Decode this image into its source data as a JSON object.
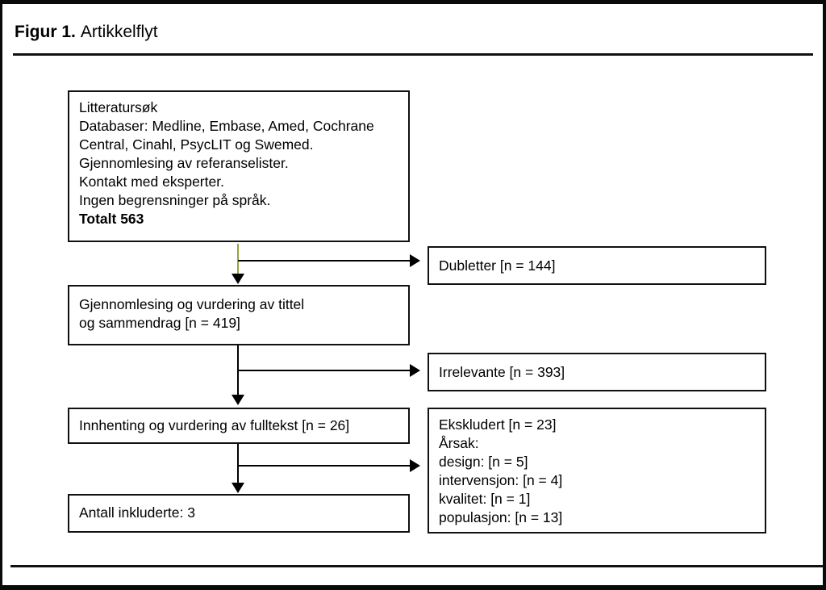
{
  "title": {
    "bold": "Figur 1.",
    "rest": "Artikkelflyt"
  },
  "colors": {
    "connector_green": "#8ea73c",
    "line_black": "#000000",
    "box_border": "#111111",
    "background": "#ffffff"
  },
  "flow": {
    "search_box": {
      "lines": [
        "Litteratursøk",
        "Databaser: Medline, Embase, Amed, Cochrane",
        "Central, Cinahl, PsycLIT og Swemed.",
        "Gjennomlesing av referanselister.",
        "Kontakt med eksperter.",
        "Ingen begrensninger på språk."
      ],
      "total": "Totalt 563"
    },
    "dubletter_box": {
      "label": "Dubletter [n = 144]"
    },
    "screening_box": {
      "lines": [
        "Gjennomlesing og vurdering av tittel",
        "og sammendrag [n = 419]"
      ]
    },
    "irrelevante_box": {
      "label": "Irrelevante [n = 393]"
    },
    "fulltekst_box": {
      "label": "Innhenting og vurdering av fulltekst [n = 26]"
    },
    "ekskludert_box": {
      "lines": [
        "Ekskludert [n = 23]",
        "Årsak:",
        "design: [n = 5]",
        "intervensjon: [n = 4]",
        "kvalitet: [n = 1]",
        "populasjon: [n = 13]"
      ]
    },
    "included_box": {
      "label": "Antall inkluderte: 3"
    }
  }
}
